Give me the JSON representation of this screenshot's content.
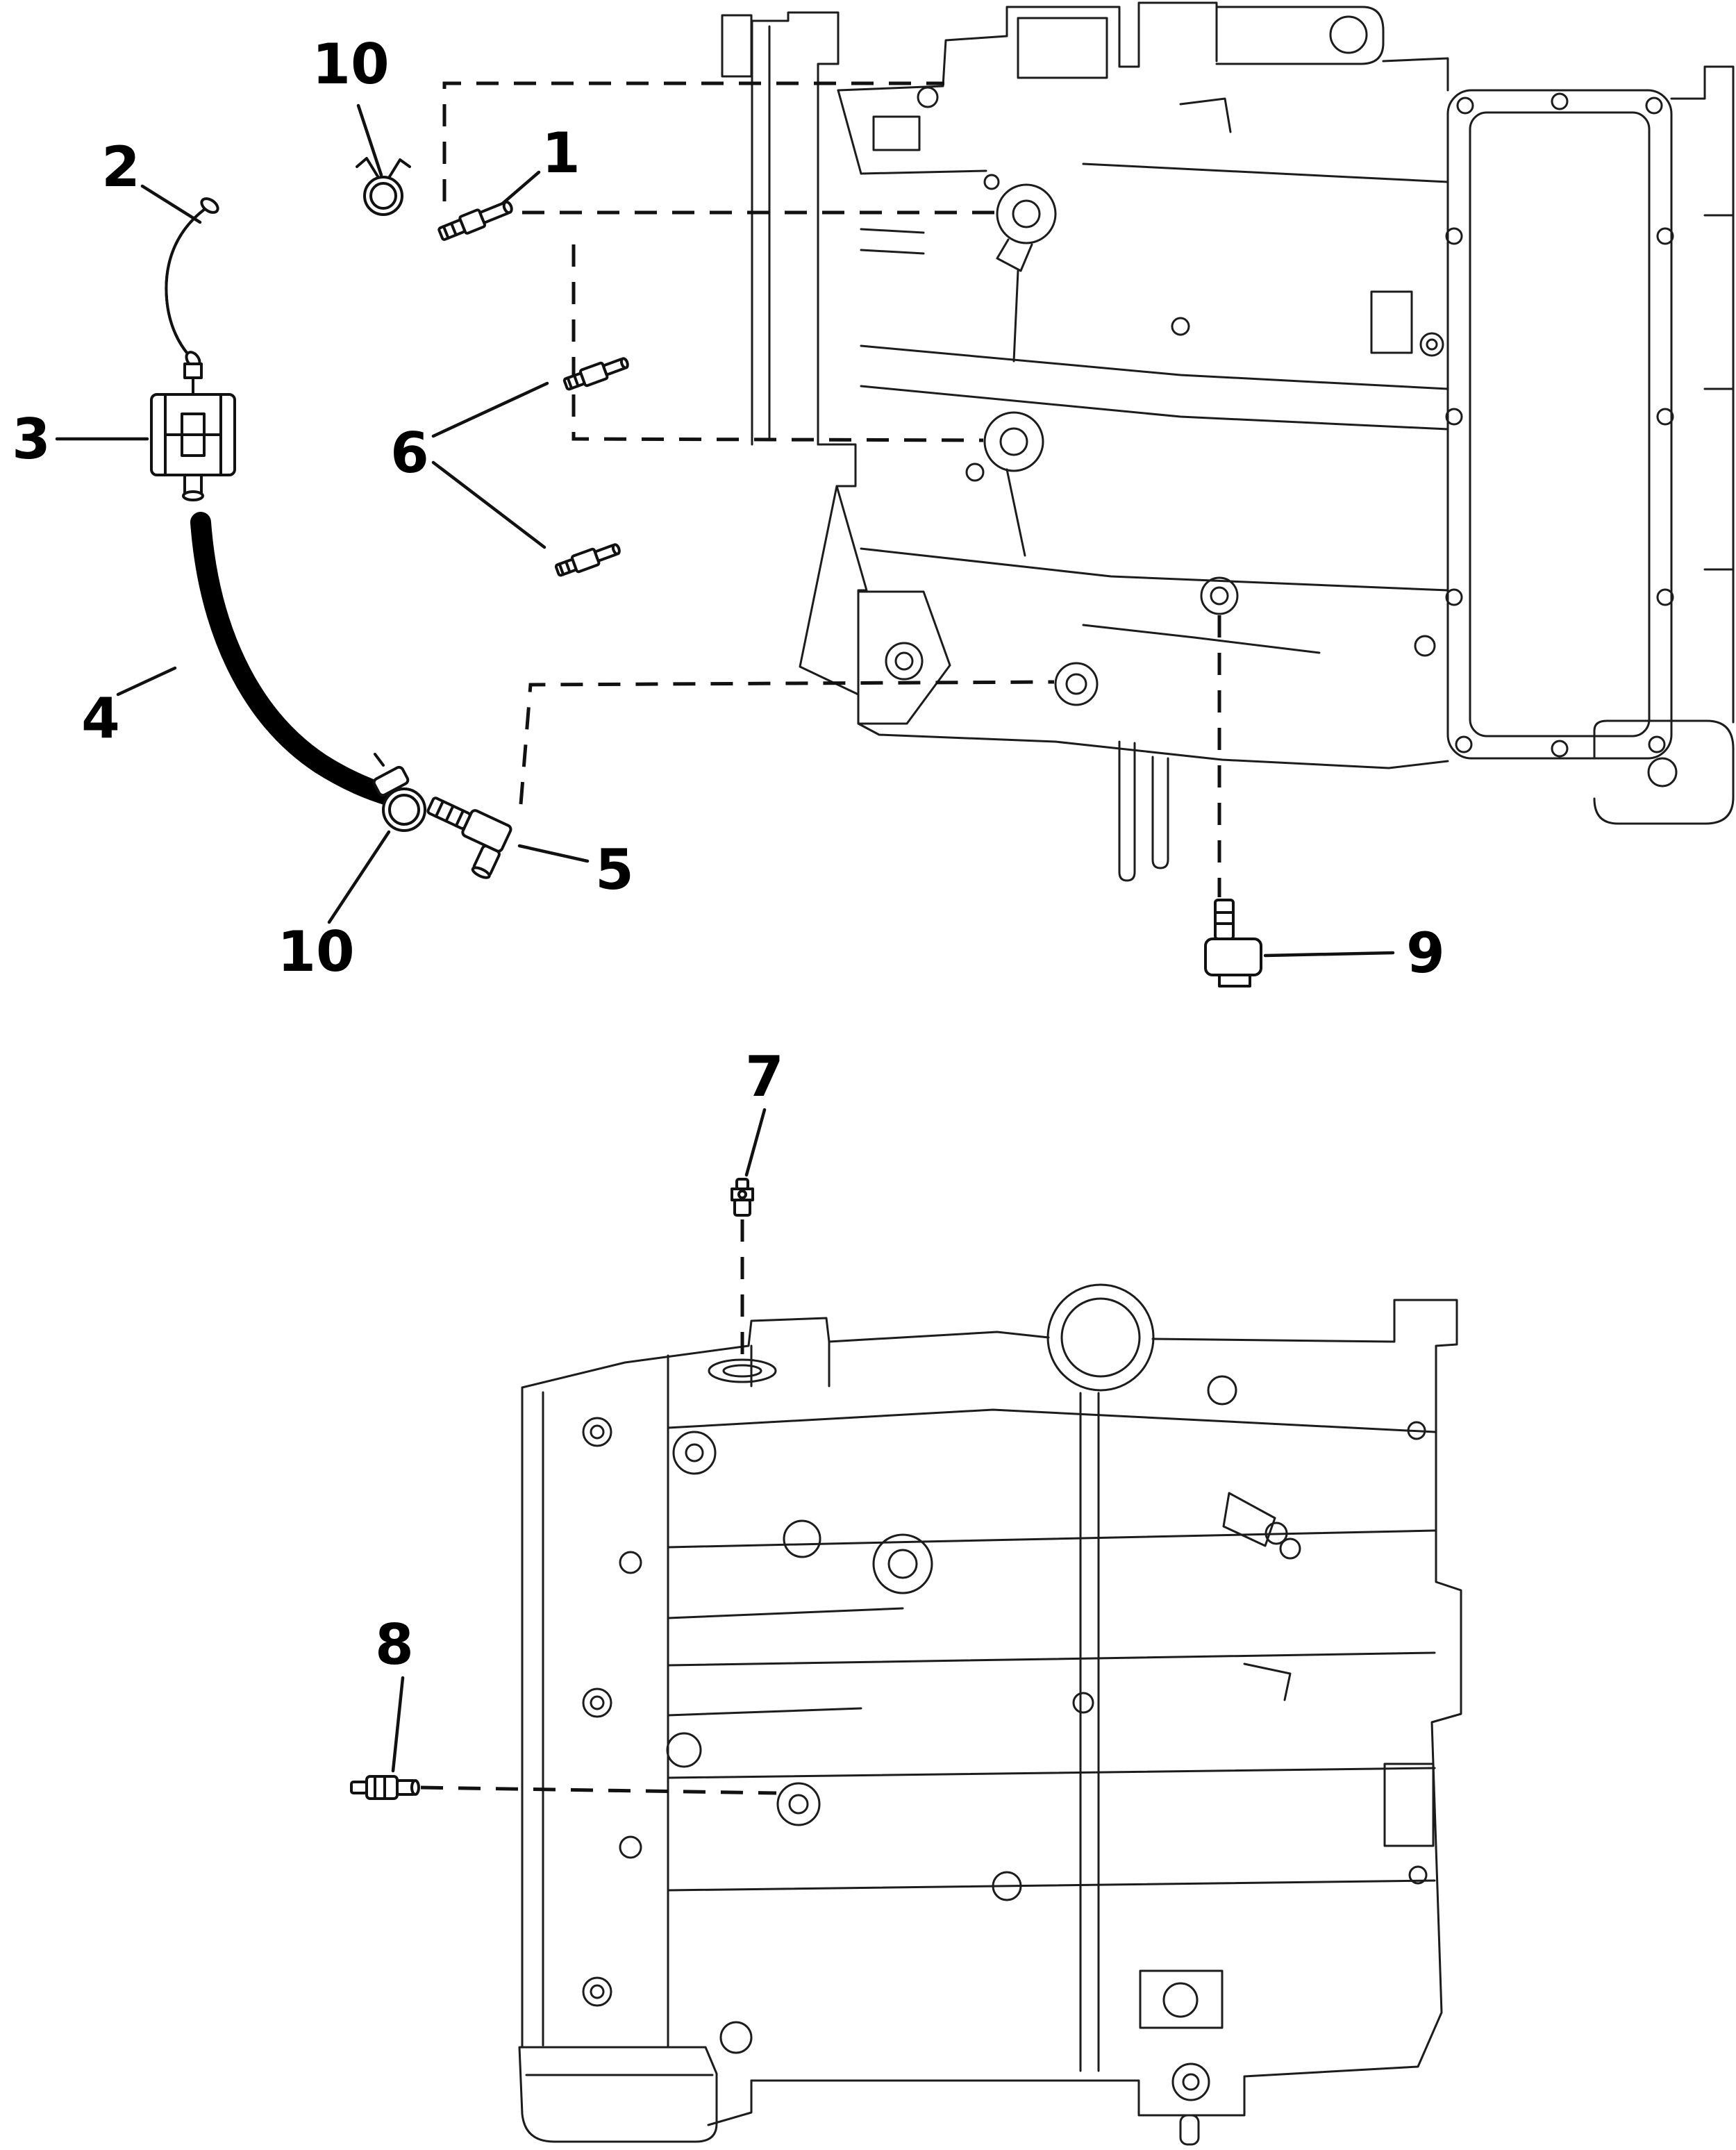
{
  "diagram": {
    "kind": "exploded-parts-diagram",
    "callouts": {
      "c1": "1",
      "c2": "2",
      "c3": "3",
      "c4": "4",
      "c5": "5",
      "c6": "6",
      "c7": "7",
      "c8": "8",
      "c9": "9",
      "c10_top": "10",
      "c10_bottom": "10"
    },
    "parts": [
      {
        "callout": "1",
        "icon": "straight-fitting-icon"
      },
      {
        "callout": "2",
        "icon": "hose-icon"
      },
      {
        "callout": "3",
        "icon": "inline-filter-icon"
      },
      {
        "callout": "4",
        "icon": "hose-icon"
      },
      {
        "callout": "5",
        "icon": "elbow-fitting-icon"
      },
      {
        "callout": "6",
        "icon": "plug-fitting-icon"
      },
      {
        "callout": "7",
        "icon": "small-valve-icon"
      },
      {
        "callout": "8",
        "icon": "quick-connect-fitting-icon"
      },
      {
        "callout": "9",
        "icon": "elbow-fitting-icon"
      },
      {
        "callout": "10",
        "icon": "hose-clamp-icon"
      }
    ],
    "colors": {
      "line": "#1c1c1c",
      "background": "#ffffff",
      "hose_fill": "#000000"
    }
  }
}
